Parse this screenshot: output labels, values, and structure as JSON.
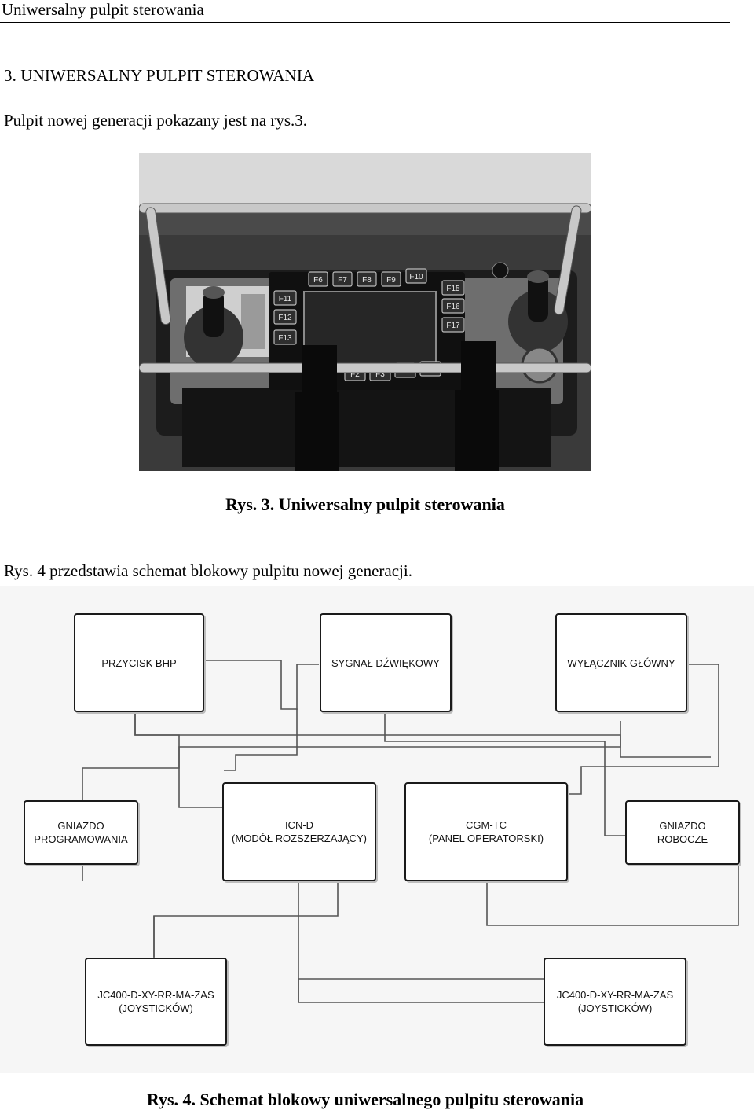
{
  "header": {
    "title": "Uniwersalny pulpit sterowania"
  },
  "section": {
    "heading": "3.  UNIWERSALNY PULPIT STEROWANIA"
  },
  "paragraphs": {
    "intro": "Pulpit nowej generacji pokazany jest na rys.3.",
    "ref4": "Rys. 4 przedstawia schemat blokowy pulpitu nowej generacji."
  },
  "photo": {
    "fkeys_top": [
      "F6",
      "F7",
      "F8",
      "F9",
      "F10"
    ],
    "fkeys_left": [
      "F11",
      "F12",
      "F13"
    ],
    "fkeys_right": [
      "F15",
      "F16",
      "F17"
    ],
    "fkeys_bottom": [
      "F2",
      "F3",
      "F4",
      "F5"
    ]
  },
  "captions": {
    "fig3": "Rys. 3. Uniwersalny pulpit sterowania",
    "fig4": "Rys. 4. Schemat blokowy uniwersalnego pulpitu sterowania"
  },
  "diagram": {
    "boxes": {
      "przycisk": "PRZYCISK BHP",
      "sygnal": "SYGNAŁ DŹWIĘKOWY",
      "wylacznik": "WYŁĄCZNIK GŁÓWNY",
      "gniazdo_prog": "GNIAZDO\nPROGRAMOWANIA",
      "icn": "ICN-D\n(MODÓŁ ROZSZERZAJĄCY)",
      "cgm": "CGM-TC\n(PANEL OPERATORSKI)",
      "gniazdo_rob": "GNIAZDO\nROBOCZE",
      "joy_left": "JC400-D-XY-RR-MA-ZAS\n(JOYSTICKÓW)",
      "joy_right": "JC400-D-XY-RR-MA-ZAS\n(JOYSTICKÓW)"
    }
  }
}
